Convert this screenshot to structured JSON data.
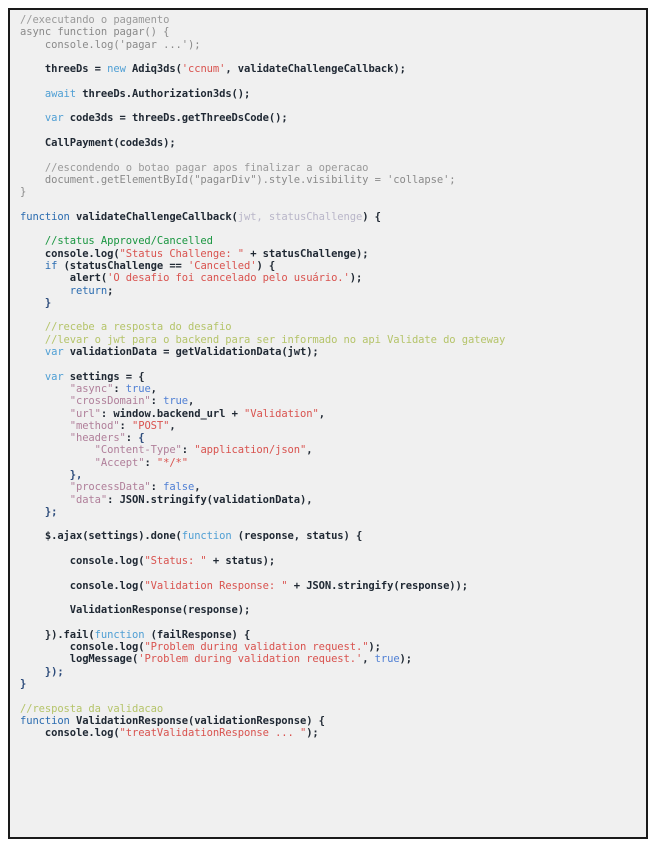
{
  "editor": {
    "language": "javascript",
    "background_color": "#f0f0f0",
    "border_color": "#1a1a1a",
    "page_background": "#ffffff"
  },
  "palette": {
    "plain_unhighlighted": "#8a8a8a",
    "comment_gray": "#9a9a9a",
    "comment_green": "#1a9641",
    "comment_olive": "#b5c46a",
    "keyword": "#4f9fd4",
    "identifier": "#1f2833",
    "string": "#d9534f",
    "object_key": "#b07f9a",
    "boolean_literal": "#4f7fd4",
    "parameter": "#b9b6c9",
    "brace": "#2b4a7a"
  },
  "code": {
    "block1_comment_executando": "//executando o pagamento",
    "block1_fn_signature": "async function pagar() {",
    "block1_console_pagar": "    console.log('pagar ...');",
    "l_threeDs_ident": "    threeDs ",
    "l_threeDs_eq": "= ",
    "l_threeDs_new": "new ",
    "l_threeDs_ctor": "Adiq3ds(",
    "l_threeDs_arg1": "'ccnum'",
    "l_threeDs_arg2": ", validateChallengeCallback);",
    "l_await_kw": "    await ",
    "l_await_rest": "threeDs.Authorization3ds();",
    "l_var_kw": "    var ",
    "l_var_rest": "code3ds = threeDs.getThreeDsCode();",
    "l_callpayment": "    CallPayment(code3ds);",
    "block1_comment_escondendo": "    //escondendo o botao pagar apos finalizar a operacao",
    "block1_document": "    document.getElementById(\"pagarDiv\").style.visibility = 'collapse';",
    "block1_close": "}",
    "fn2_kw": "function ",
    "fn2_name": "validateChallengeCallback(",
    "fn2_params": "jwt, statusChallenge",
    "fn2_tail": ") {",
    "c_status_approved": "    //status Approved/Cancelled",
    "log_status_challenge_pre": "    console.log(",
    "log_status_challenge_str": "\"Status Challenge: \"",
    "log_status_challenge_post": " + statusChallenge);",
    "if_kw": "    if ",
    "if_cond_pre": "(statusChallenge == ",
    "if_cond_str": "'Cancelled'",
    "if_cond_post": ") {",
    "alert_pre": "        alert(",
    "alert_str": "'O desafio foi cancelado pelo usuário.'",
    "alert_post": ");",
    "return_kw": "        return",
    "return_semi": ";",
    "if_close": "    }",
    "c_recebe": "    //recebe a resposta do desafio",
    "c_levar": "    //levar o jwt para o backend para ser informado no api Validate do gateway",
    "var_validation_kw": "    var ",
    "var_validation_rest": "validationData = getValidationData(jwt);",
    "var_settings_kw": "    var ",
    "var_settings_rest": "settings = {",
    "k_async": "        \"async\"",
    "v_async": "true",
    "k_crossDomain": "        \"crossDomain\"",
    "v_crossDomain": "true",
    "k_url": "        \"url\"",
    "v_url_ident": "window.backend_url ",
    "v_url_plus": "+ ",
    "v_url_str": "\"Validation\"",
    "k_method": "        \"method\"",
    "v_method": "\"POST\"",
    "k_headers": "        \"headers\"",
    "k_contenttype": "            \"Content-Type\"",
    "v_contenttype": "\"application/json\"",
    "k_accept": "            \"Accept\"",
    "v_accept": "\"*/*\"",
    "headers_close": "        },",
    "k_processData": "        \"processData\"",
    "v_processData": "false",
    "k_data": "        \"data\"",
    "v_data": "JSON.stringify(validationData),",
    "settings_close": "    };",
    "ajax_pre": "    $.ajax(settings).done(",
    "ajax_fn_kw": "function ",
    "ajax_fn_tail": "(response, status) {",
    "log_status_pre": "        console.log(",
    "log_status_str": "\"Status: \"",
    "log_status_post": " + status);",
    "log_valresp_pre": "        console.log(",
    "log_valresp_str": "\"Validation Response: \"",
    "log_valresp_post": " + JSON.stringify(response));",
    "call_valresp": "        ValidationResponse(response);",
    "fail_pre": "    }).fail(",
    "fail_fn_kw": "function ",
    "fail_fn_tail": "(failResponse) {",
    "fail_log_pre": "        console.log(",
    "fail_log_str": "\"Problem during validation request.\"",
    "fail_log_post": ");",
    "fail_msg_pre": "        logMessage(",
    "fail_msg_str": "'Problem during validation request.'",
    "fail_msg_mid": ", ",
    "fail_msg_true": "true",
    "fail_msg_post": ");",
    "fail_close": "    });",
    "fn2_close": "}",
    "c_resposta": "//resposta da validacao",
    "fn3_kw": "function ",
    "fn3_rest": "ValidationResponse(validationResponse) {",
    "fn3_log_pre": "    console.log(",
    "fn3_log_str": "\"treatValidationResponse ... \"",
    "fn3_log_post": ");"
  }
}
